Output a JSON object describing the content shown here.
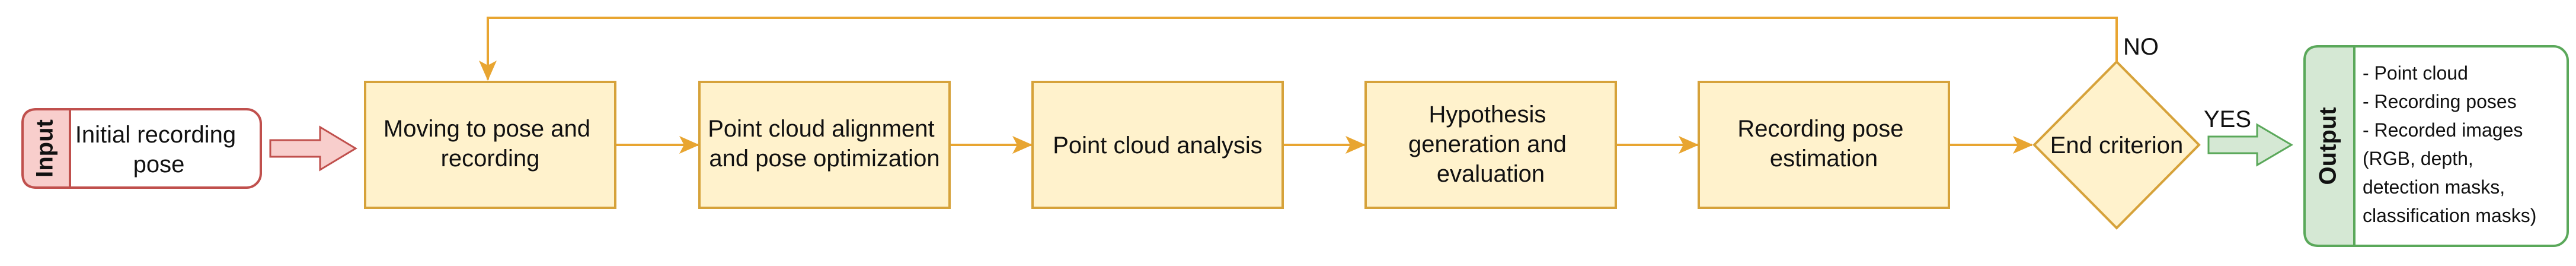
{
  "colors": {
    "process_fill": "#fff2cc",
    "process_stroke": "#d6a23a",
    "flow_arrow": "#e8a531",
    "input_fill": "#f8cecc",
    "input_stroke": "#c0504d",
    "output_fill": "#d5e8d4",
    "output_stroke": "#5aa85a"
  },
  "input": {
    "tag": "Input",
    "label": [
      "Initial recording",
      "pose"
    ]
  },
  "steps": [
    {
      "label": [
        "Moving to pose and",
        "recording"
      ]
    },
    {
      "label": [
        "Point cloud alignment",
        "and pose optimization"
      ]
    },
    {
      "label": [
        "Point cloud analysis"
      ]
    },
    {
      "label": [
        "Hypothesis",
        "generation and",
        "evaluation"
      ]
    },
    {
      "label": [
        "Recording pose",
        "estimation"
      ]
    }
  ],
  "decision": {
    "label": "End criterion",
    "no_label": "NO",
    "yes_label": "YES"
  },
  "output": {
    "tag": "Output",
    "items": [
      "- Point cloud",
      "- Recording poses",
      "- Recorded images",
      "(RGB, depth,",
      "detection masks,",
      "classification masks)"
    ]
  }
}
